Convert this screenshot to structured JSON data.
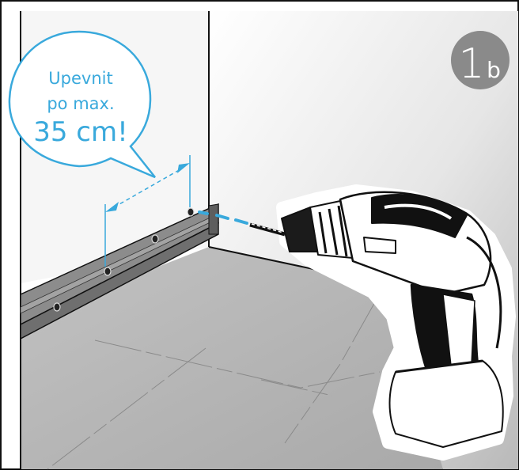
{
  "callout": {
    "line1": "Upevnit",
    "line2": "po max.",
    "line3": "35 cm!"
  },
  "step_badge": {
    "number": "1",
    "letter": "b"
  },
  "colors": {
    "accent": "#39a9dc",
    "badge": "#8a8a8a",
    "floor": "#b6b6b6",
    "rail": "#7f7f7f",
    "outline": "#111111"
  }
}
